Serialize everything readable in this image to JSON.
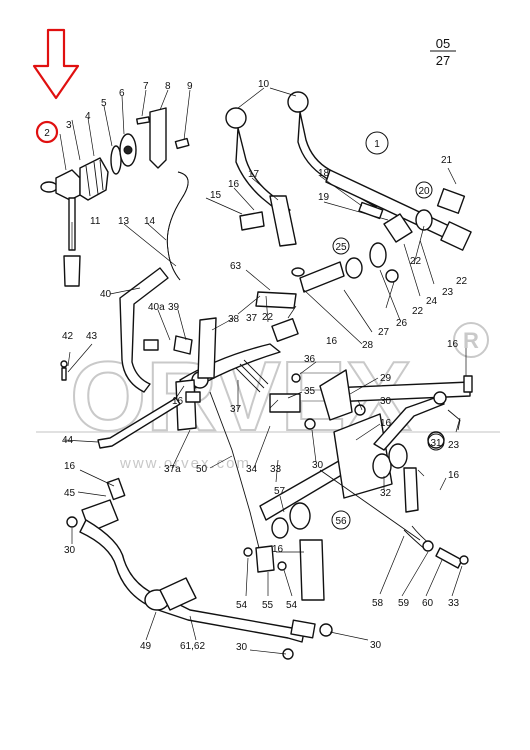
{
  "page": {
    "number": "05",
    "total": "27"
  },
  "highlighted_part": "2",
  "watermark": {
    "brand": "ORVEX",
    "url": "www.orvex.com"
  },
  "colors": {
    "highlight": "#e01010",
    "ink": "#111111",
    "watermark": "#c8c8c8"
  },
  "icons": [
    "arrow-down-icon",
    "registered-icon"
  ],
  "labels": {
    "l2": "2",
    "l3": "3",
    "l4": "4",
    "l5": "5",
    "l6": "6",
    "l7": "7",
    "l8": "8",
    "l9": "9",
    "l10": "10",
    "l11": "11",
    "l13": "13",
    "l14": "14",
    "l15": "15",
    "l16a": "16",
    "l17": "17",
    "l18": "18",
    "l19": "19",
    "l20": "20",
    "l21": "21",
    "l22a": "22",
    "l22b": "22",
    "l23a": "23",
    "l24": "24",
    "l25": "25",
    "l26": "26",
    "l22c": "22",
    "l27": "27",
    "l28": "28",
    "l63": "63",
    "l22d": "22",
    "l37a": "37",
    "l38": "38",
    "l40": "40",
    "l40a": "40a",
    "l39": "39",
    "l42": "42",
    "l43": "43",
    "l16b": "16",
    "l36": "36",
    "l35": "35",
    "l29": "29",
    "l30a": "30",
    "l37b": "37",
    "l16c": "16",
    "l44": "44",
    "l37c": "37a",
    "l50": "50",
    "l34": "34",
    "l33a": "33",
    "l30b": "30",
    "l16d": "16",
    "l31": "31",
    "l23b": "23",
    "l16e": "16",
    "l32": "32",
    "l16f": "16",
    "l45": "45",
    "l30c": "30",
    "l57": "57",
    "l56": "56",
    "l16g": "16",
    "l16h": "16",
    "l54a": "54",
    "l55": "55",
    "l54b": "54",
    "l58": "58",
    "l59": "59",
    "l60": "60",
    "l33b": "33",
    "l49": "49",
    "l61": "61,62",
    "l30d": "30",
    "l30e": "30",
    "l1": "1"
  }
}
